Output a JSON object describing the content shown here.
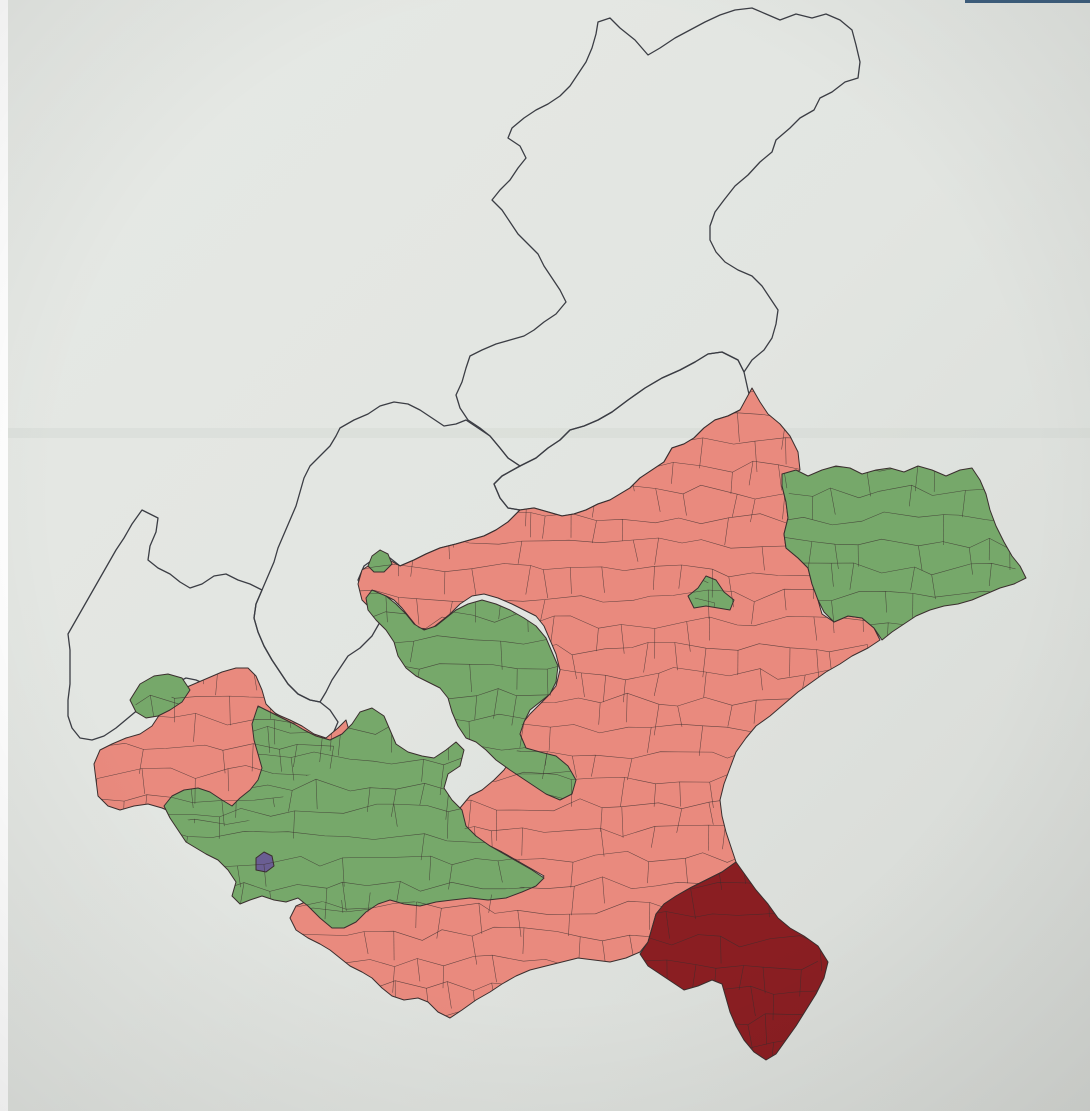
{
  "colors": {
    "paper_light": "#e9ebe7",
    "paper_dark": "#d9dcd8",
    "outline": "#3b3d44",
    "pink": "#e98a7e",
    "green": "#76a86a",
    "dark_red": "#8a1e22",
    "purple": "#6a5e93",
    "border_line": "#3a2e2e",
    "corner_tab": "#3e5f7e"
  },
  "legend": [
    {
      "name": "pink-zone",
      "color": "#e98a7e"
    },
    {
      "name": "green-zone",
      "color": "#76a86a"
    },
    {
      "name": "dark-red-zone",
      "color": "#8a1e22"
    },
    {
      "name": "purple-zone",
      "color": "#6a5e93"
    }
  ]
}
